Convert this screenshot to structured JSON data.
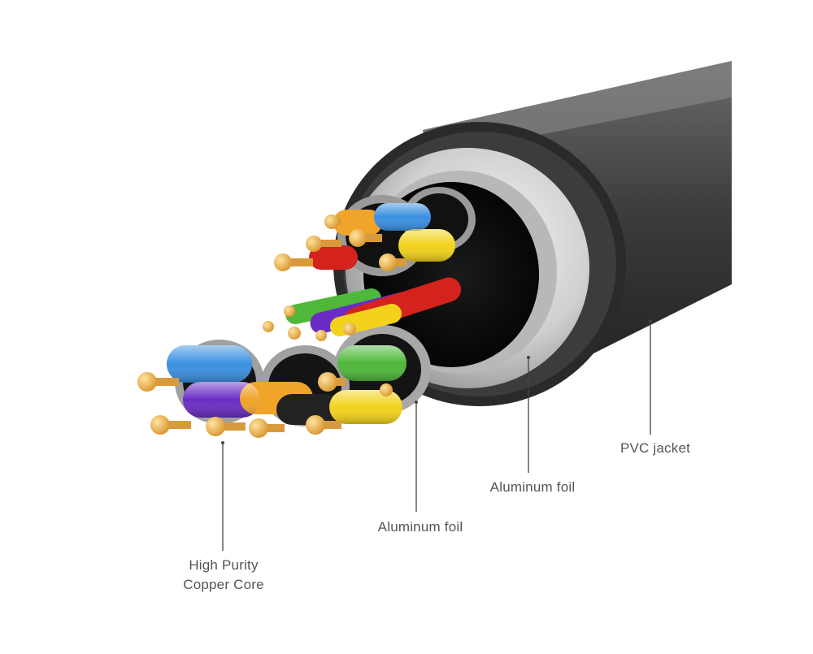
{
  "labels": {
    "pvc_jacket": "PVC jacket",
    "aluminum_foil_outer": "Aluminum foil",
    "aluminum_foil_inner": "Aluminum foil",
    "copper_core_line1": "High Purity",
    "copper_core_line2": "Copper Core"
  },
  "colors": {
    "jacket": "#3a3a3a",
    "foil": "#d9d9d9",
    "copper": "#e6b25a",
    "label_text": "#555555",
    "leader_line": "#444444",
    "wire_blue": "#3a8fe0",
    "wire_yellow": "#f2d21c",
    "wire_green": "#4fb83a",
    "wire_red": "#d4231c",
    "wire_purple": "#6a2cc4",
    "wire_orange": "#f0a42a",
    "wire_black": "#222222"
  }
}
